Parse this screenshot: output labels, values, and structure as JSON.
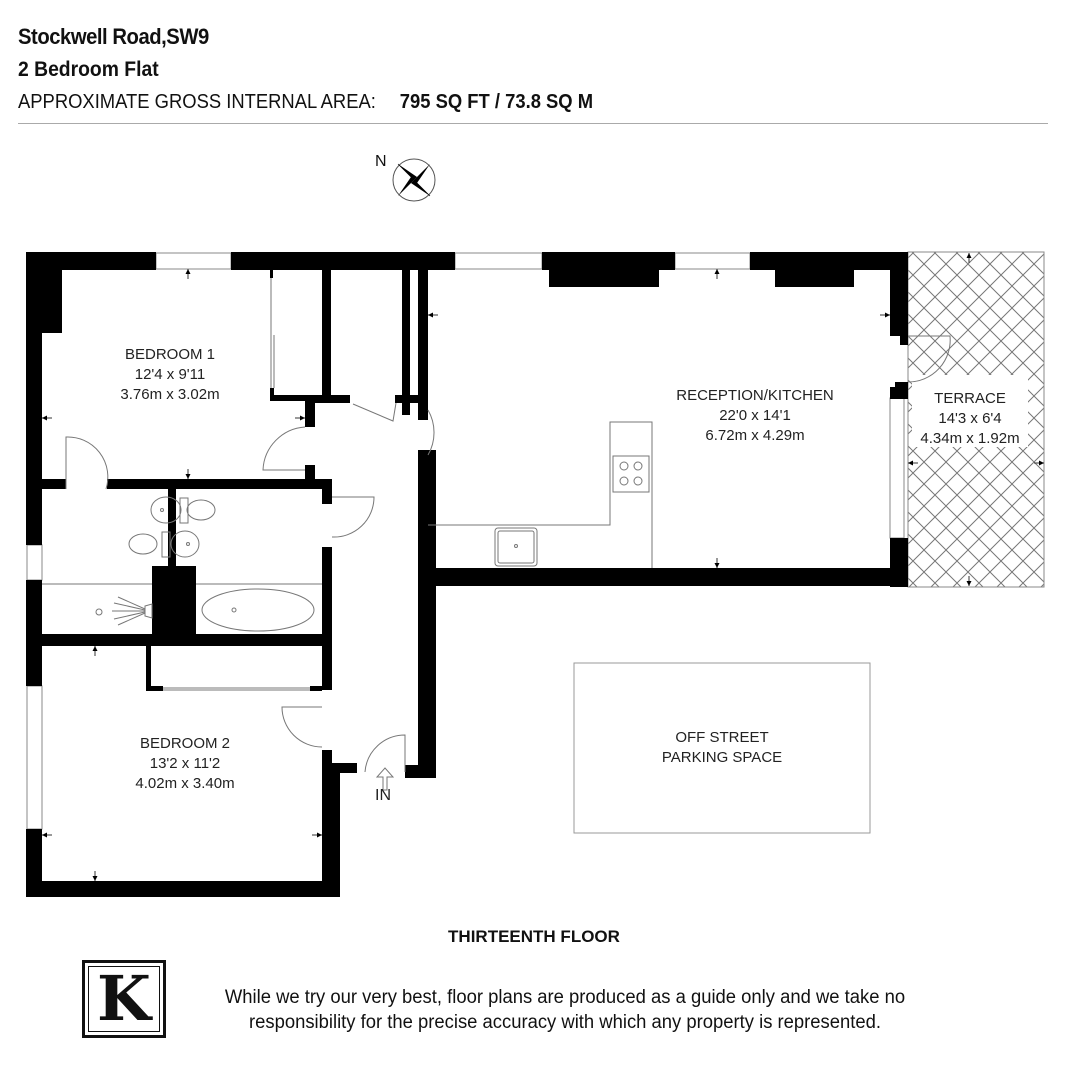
{
  "header": {
    "title": "Stockwell Road,SW9",
    "subtitle": "2 Bedroom Flat",
    "area_label": "APPROXIMATE GROSS INTERNAL AREA:",
    "area_value": "795 SQ FT / 73.8 SQ M"
  },
  "compass": {
    "label": "N"
  },
  "rooms": {
    "bedroom1": {
      "name": "BEDROOM 1",
      "imperial": "12'4 x 9'11",
      "metric": "3.76m x 3.02m"
    },
    "reception": {
      "name": "RECEPTION/KITCHEN",
      "imperial": "22'0 x 14'1",
      "metric": "6.72m x 4.29m"
    },
    "terrace": {
      "name": "TERRACE",
      "imperial": "14'3 x 6'4",
      "metric": "4.34m x 1.92m"
    },
    "bedroom2": {
      "name": "BEDROOM 2",
      "imperial": "13'2 x 11'2",
      "metric": "4.02m x 3.40m"
    },
    "parking": {
      "line1": "OFF STREET",
      "line2": "PARKING SPACE"
    }
  },
  "entrance": {
    "label": "IN"
  },
  "floor_label": "THIRTEENTH FLOOR",
  "footer": {
    "logo_letter": "K",
    "disclaimer_line1": "While we try our very best, floor plans are produced as a guide only and we take no",
    "disclaimer_line2": "responsibility for the precise accuracy with which any property is represented."
  },
  "colors": {
    "wall": "#000000",
    "line": "#666666",
    "rule": "#aaaaaa",
    "background": "#ffffff"
  }
}
